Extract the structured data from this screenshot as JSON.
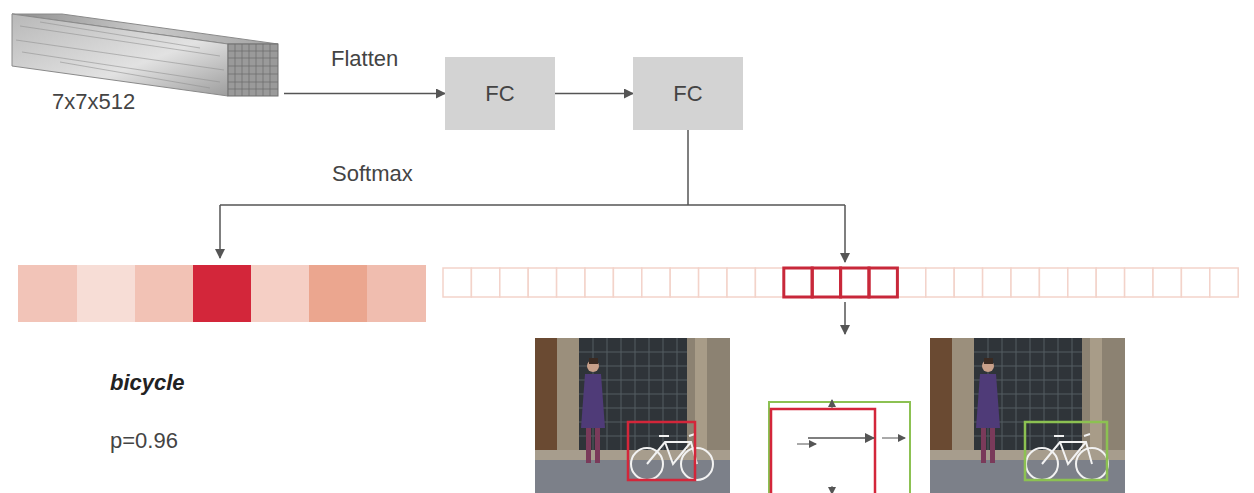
{
  "diagram": {
    "nodes": [
      {
        "text": [
          "7x7x512"
        ]
      },
      {
        "text": [
          "FC"
        ]
      },
      {
        "text": [
          "FC"
        ]
      }
    ],
    "edges": [
      {
        "from": 0,
        "to": 1,
        "arrow": "to",
        "label": "Flatten"
      },
      {
        "from": 1,
        "to": 2,
        "arrow": "to"
      }
    ],
    "labels": [
      "Softmax",
      "bicycle",
      "p=0.96"
    ]
  }
}
